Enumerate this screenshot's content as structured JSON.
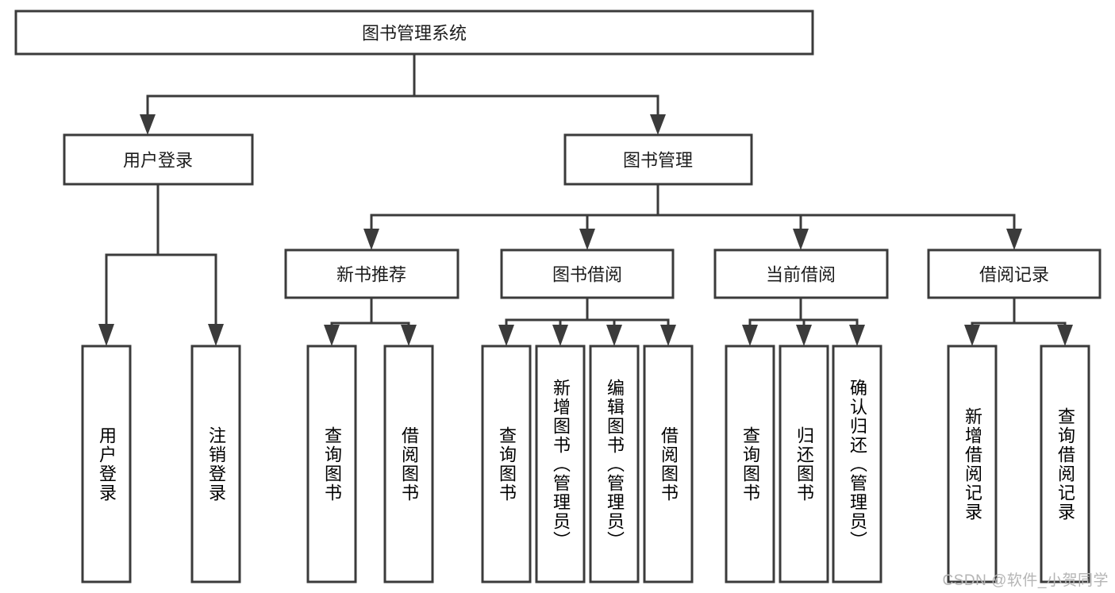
{
  "diagram": {
    "title": "图书管理系统",
    "type": "hierarchy-tree",
    "watermark": "CSDN @软件_小贺同学",
    "colors": {
      "background": "#ffffff",
      "box_stroke": "#3b3b3b",
      "box_fill": "#ffffff",
      "text": "#1c1c1c",
      "watermark": "#b5b5b5"
    },
    "levels": {
      "level1": [
        {
          "id": "root",
          "label": "图书管理系统"
        }
      ],
      "level2": [
        {
          "id": "user_login",
          "label": "用户登录",
          "parent": "root"
        },
        {
          "id": "book_mgmt",
          "label": "图书管理",
          "parent": "root"
        }
      ],
      "level3": [
        {
          "id": "new_book_rec",
          "label": "新书推荐",
          "parent": "book_mgmt"
        },
        {
          "id": "book_borrow",
          "label": "图书借阅",
          "parent": "book_mgmt"
        },
        {
          "id": "current_borrow",
          "label": "当前借阅",
          "parent": "book_mgmt"
        },
        {
          "id": "borrow_record",
          "label": "借阅记录",
          "parent": "book_mgmt"
        }
      ],
      "level4": [
        {
          "id": "leaf_1",
          "label": "用户登录",
          "parent": "user_login"
        },
        {
          "id": "leaf_2",
          "label": "注销登录",
          "parent": "user_login"
        },
        {
          "id": "leaf_3",
          "label": "查询图书",
          "parent": "new_book_rec"
        },
        {
          "id": "leaf_4",
          "label": "借阅图书",
          "parent": "new_book_rec"
        },
        {
          "id": "leaf_5",
          "label": "查询图书",
          "parent": "book_borrow"
        },
        {
          "id": "leaf_6",
          "label": "新增图书（管理员）",
          "parent": "book_borrow"
        },
        {
          "id": "leaf_7",
          "label": "编辑图书（管理员）",
          "parent": "book_borrow"
        },
        {
          "id": "leaf_8",
          "label": "借阅图书",
          "parent": "book_borrow"
        },
        {
          "id": "leaf_9",
          "label": "查询图书",
          "parent": "current_borrow"
        },
        {
          "id": "leaf_10",
          "label": "归还图书",
          "parent": "current_borrow"
        },
        {
          "id": "leaf_11",
          "label": "确认归还（管理员）",
          "parent": "current_borrow"
        },
        {
          "id": "leaf_12",
          "label": "新增借阅记录",
          "parent": "borrow_record"
        },
        {
          "id": "leaf_13",
          "label": "查询借阅记录",
          "parent": "borrow_record"
        }
      ]
    }
  }
}
